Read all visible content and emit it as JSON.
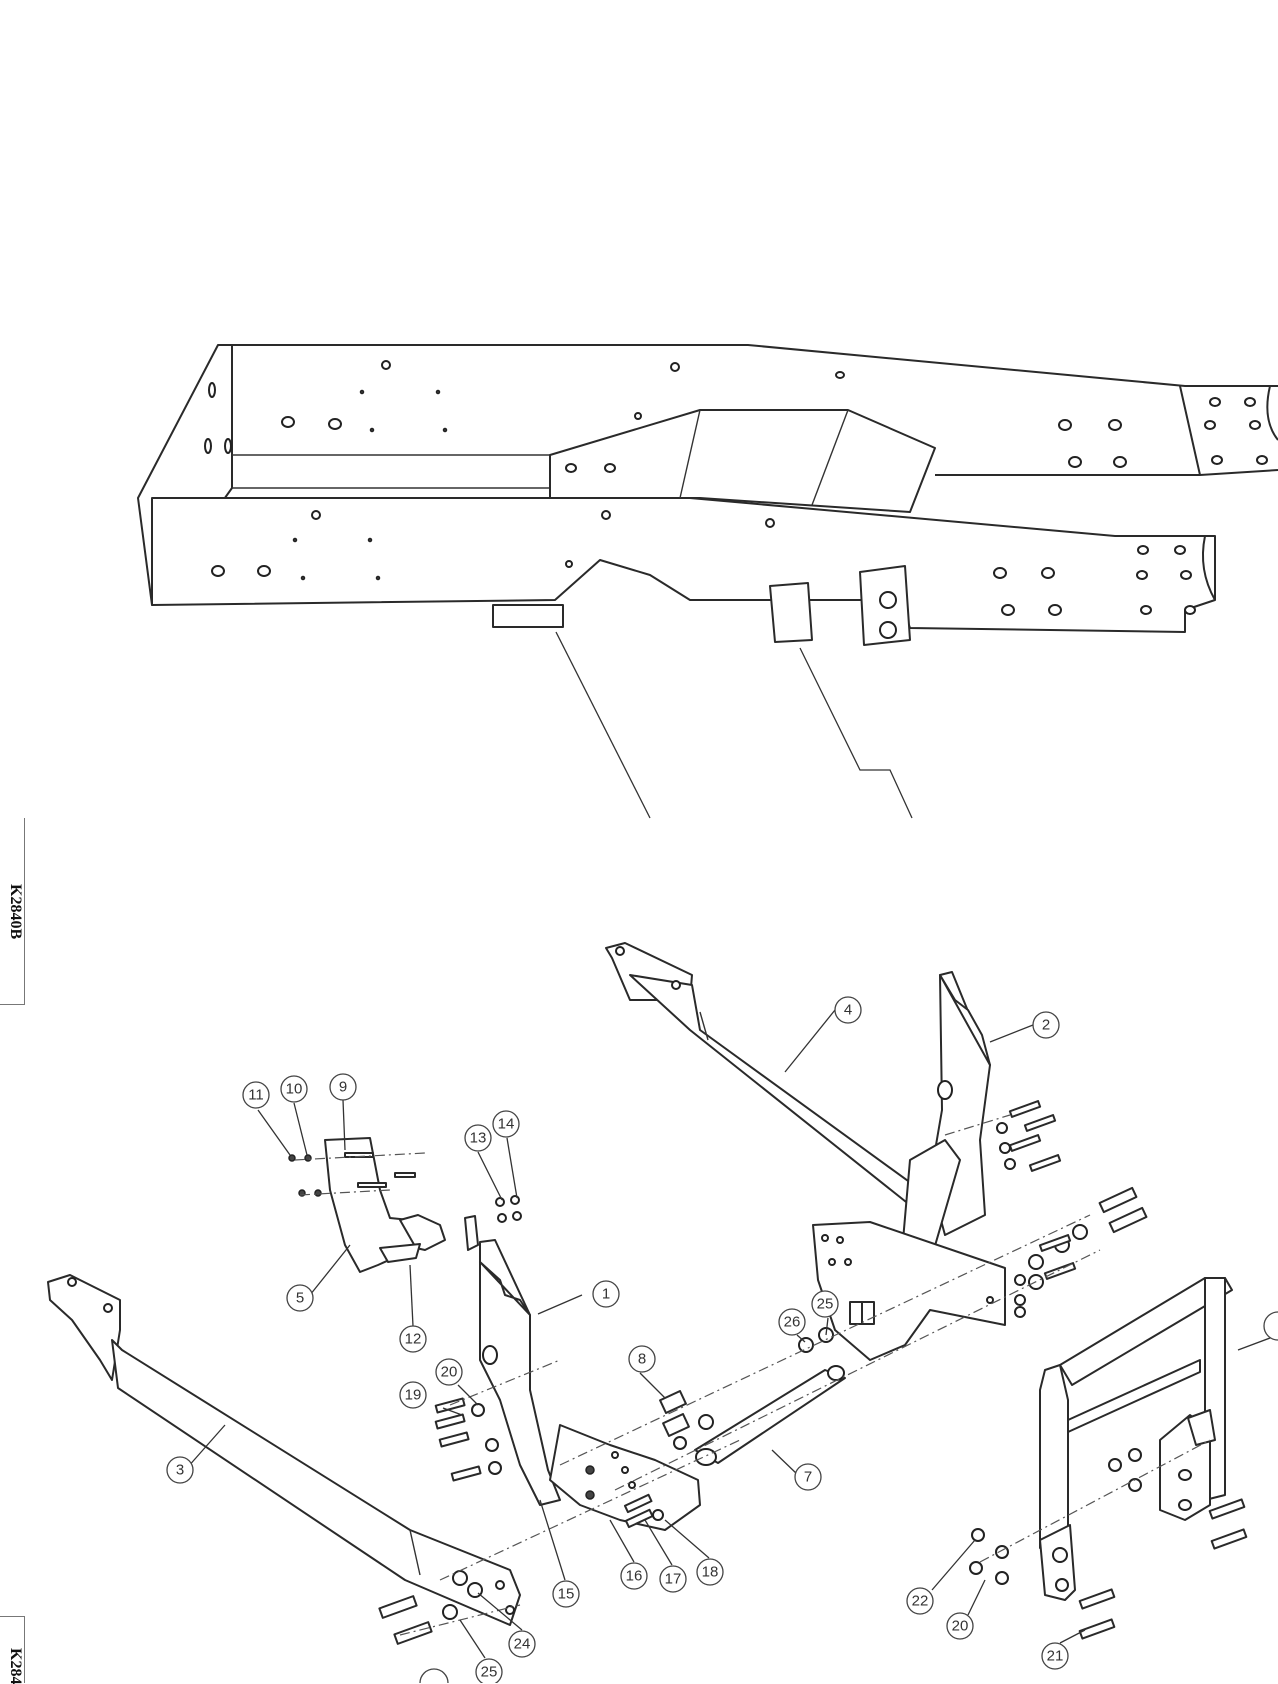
{
  "sheet": {
    "side_labels": [
      "K2840B",
      "K284"
    ]
  },
  "balloons": [
    {
      "id": "1",
      "label": "1"
    },
    {
      "id": "2",
      "label": "2"
    },
    {
      "id": "3",
      "label": "3"
    },
    {
      "id": "4",
      "label": "4"
    },
    {
      "id": "5",
      "label": "5"
    },
    {
      "id": "7",
      "label": "7"
    },
    {
      "id": "8",
      "label": "8"
    },
    {
      "id": "9",
      "label": "9"
    },
    {
      "id": "10",
      "label": "10"
    },
    {
      "id": "11",
      "label": "11"
    },
    {
      "id": "12",
      "label": "12"
    },
    {
      "id": "13",
      "label": "13"
    },
    {
      "id": "14",
      "label": "14"
    },
    {
      "id": "15",
      "label": "15"
    },
    {
      "id": "16",
      "label": "16"
    },
    {
      "id": "17",
      "label": "17"
    },
    {
      "id": "18",
      "label": "18"
    },
    {
      "id": "19",
      "label": "19"
    },
    {
      "id": "20a",
      "label": "20"
    },
    {
      "id": "20b",
      "label": "20"
    },
    {
      "id": "21",
      "label": "21"
    },
    {
      "id": "22",
      "label": "22"
    },
    {
      "id": "24",
      "label": "24"
    },
    {
      "id": "25a",
      "label": "25"
    },
    {
      "id": "25b",
      "label": "25"
    },
    {
      "id": "26",
      "label": "26"
    }
  ]
}
